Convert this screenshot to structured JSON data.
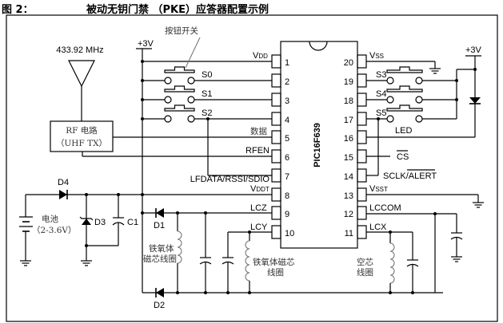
{
  "figure": {
    "label": "图 2：",
    "title": "被动无钥门禁 （PKE）应答器配置示例"
  },
  "ic": {
    "name": "PIC16F639",
    "left_pins": [
      {
        "num": "1",
        "label": "VDD"
      },
      {
        "num": "2",
        "label": ""
      },
      {
        "num": "3",
        "label": ""
      },
      {
        "num": "4",
        "label": ""
      },
      {
        "num": "5",
        "label": "数据"
      },
      {
        "num": "6",
        "label": "RFEN"
      },
      {
        "num": "7",
        "label": "LFDATA/RSSI/SDIO"
      },
      {
        "num": "8",
        "label": "VDDT"
      },
      {
        "num": "9",
        "label": "LCZ"
      },
      {
        "num": "10",
        "label": "LCY"
      }
    ],
    "right_pins": [
      {
        "num": "20",
        "label": "VSS"
      },
      {
        "num": "19",
        "label": ""
      },
      {
        "num": "18",
        "label": ""
      },
      {
        "num": "17",
        "label": ""
      },
      {
        "num": "16",
        "label": "LED"
      },
      {
        "num": "15",
        "label": "CS"
      },
      {
        "num": "14",
        "label": "SCLK/ALERT"
      },
      {
        "num": "13",
        "label": "VSST"
      },
      {
        "num": "12",
        "label": "LCCOM"
      },
      {
        "num": "11",
        "label": "LCX"
      }
    ]
  },
  "labels": {
    "vdd_main": "V",
    "vdd_sub": "DD",
    "vss_main": "V",
    "vss_sub": "SS",
    "vddt_main": "V",
    "vddt_sub": "DDT",
    "vsst_main": "V",
    "vsst_sub": "SST",
    "data": "数据",
    "rfen": "RFEN",
    "lfdata": "LFDATA/RSSI/SDIO",
    "lcz": "LCZ",
    "lcy": "LCY",
    "led": "LED",
    "cs": "CS",
    "sclk": "SCLK/",
    "alert": "ALERT",
    "lccom": "LCCOM",
    "lcx": "LCX",
    "supply_left": "+3V",
    "supply_right": "+3V",
    "button_label": "按钮开关",
    "antenna_freq": "433.92 MHz",
    "rf_line1": "RF 电路",
    "rf_line2": "（UHF TX）",
    "battery_line1": "电池",
    "battery_line2": "（2-3.6V）",
    "ferrite_left_1": "铁氧体",
    "ferrite_left_2": "磁芯线圈",
    "ferrite_mid_1": "铁氧体磁芯",
    "ferrite_mid_2": "线圈",
    "aircore_1": "空芯",
    "aircore_2": "线圈"
  },
  "components": {
    "switches": [
      "S0",
      "S1",
      "S2",
      "S3",
      "S4",
      "S5"
    ],
    "diodes": [
      "D1",
      "D2",
      "D3",
      "D4"
    ],
    "capacitors": [
      "C1"
    ]
  }
}
